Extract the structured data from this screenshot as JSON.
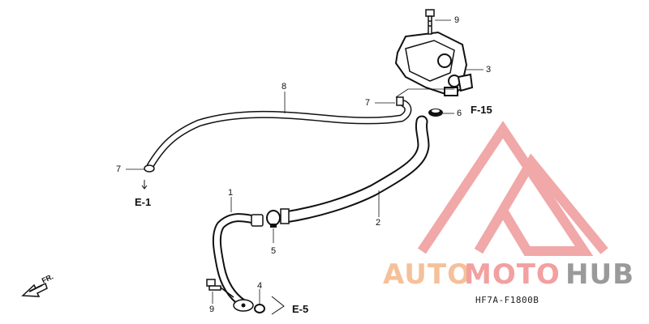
{
  "parts": {
    "p1": "1",
    "p2": "2",
    "p3": "3",
    "p4": "4",
    "p5": "5",
    "p6": "6",
    "p7a": "7",
    "p7b": "7",
    "p8": "8",
    "p9a": "9",
    "p9b": "9"
  },
  "refs": {
    "e1": "E-1",
    "e5": "E-5",
    "f15": "F-15"
  },
  "front_label": "FR.",
  "diagram_code": "HF7A-F1800B",
  "watermark": {
    "auto": "AUTO",
    "moto": "MOTO",
    "hub": "HUB",
    "colors": {
      "auto": "#f5c09a",
      "moto": "#f2a0a0",
      "hub": "#9a9a9a",
      "logo": "#f0a8a8"
    }
  }
}
